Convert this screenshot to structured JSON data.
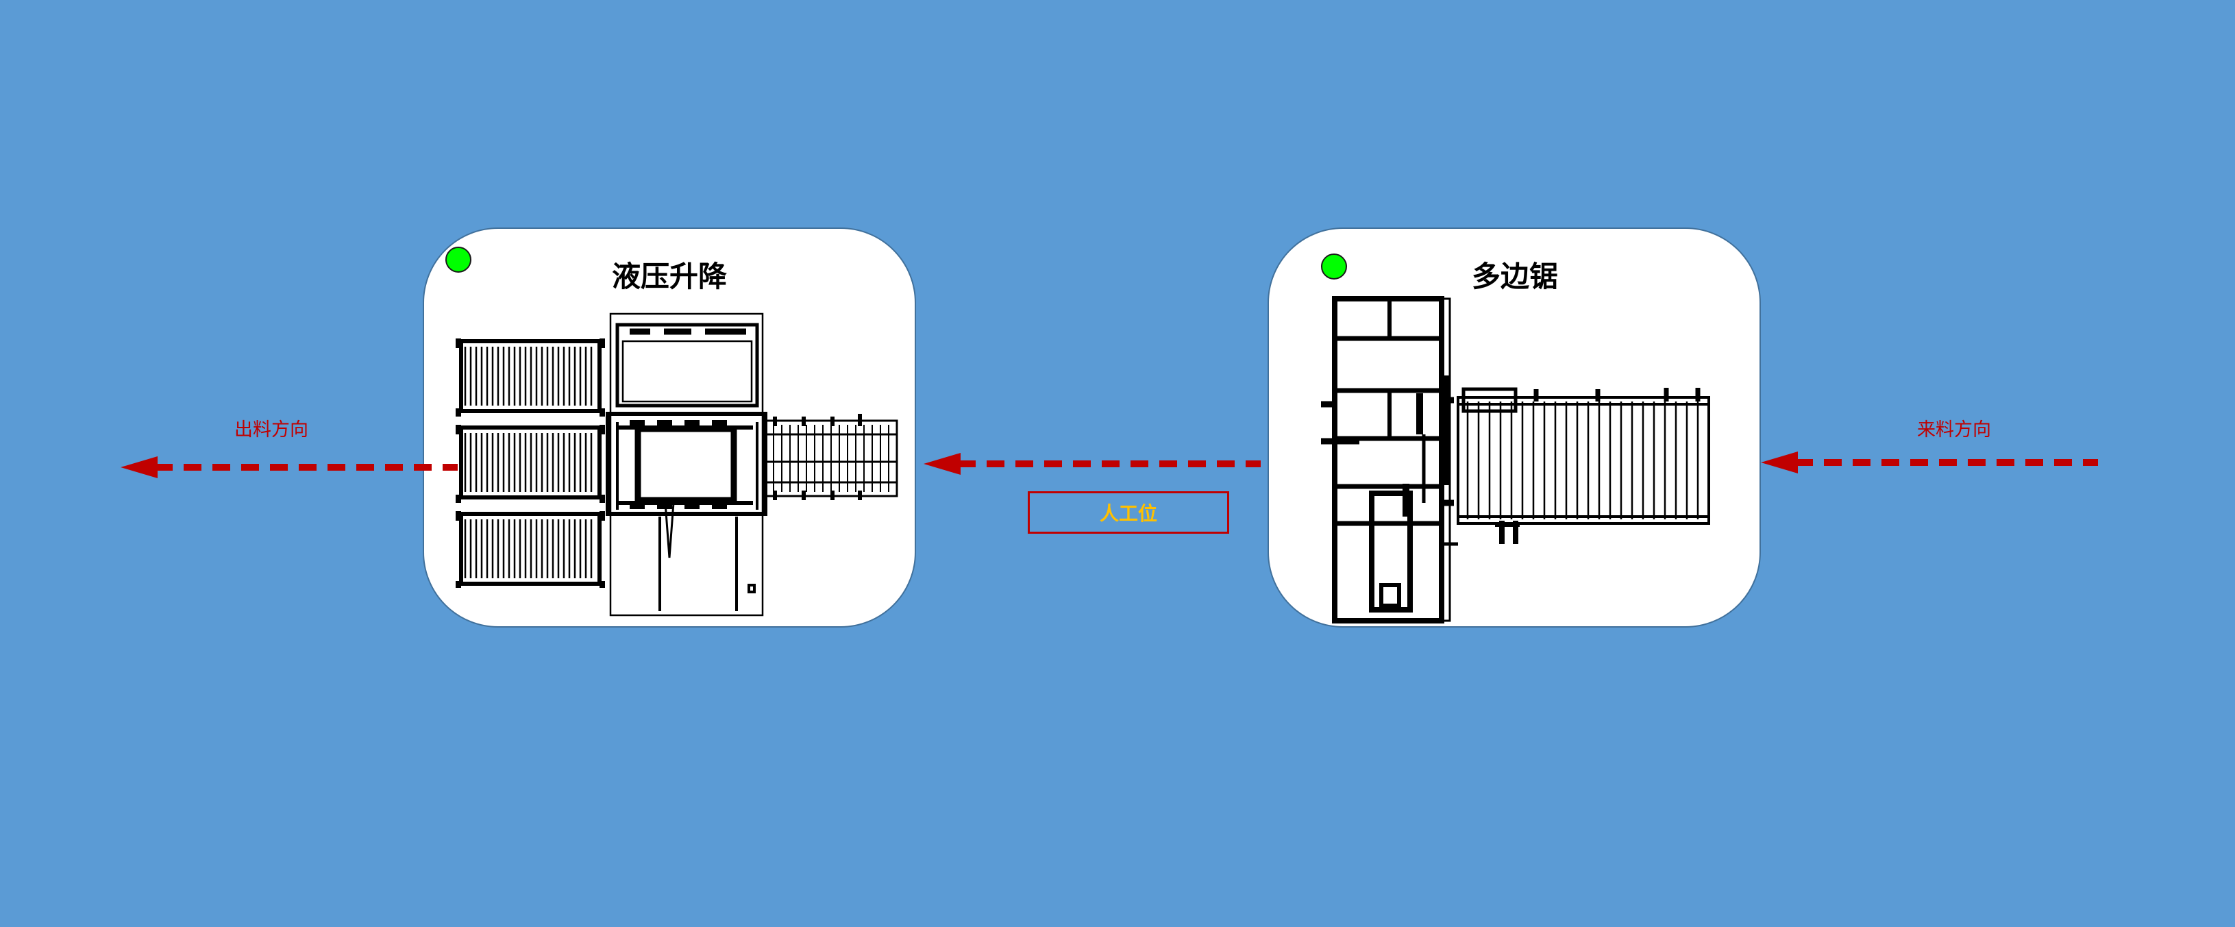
{
  "colors": {
    "background": "#5b9bd5",
    "card": "#ffffff",
    "card_border": "#41719c",
    "status_ok": "#00ff00",
    "flow_arrow": "#c00000",
    "station_text": "#ffc000"
  },
  "stations": [
    {
      "title": "液压升降",
      "status": "green"
    },
    {
      "title": "多边锯",
      "status": "green"
    }
  ],
  "flow": {
    "outfeed_label": "出料方向",
    "infeed_label": "来料方向"
  },
  "manual_station": {
    "label": "人工位"
  }
}
